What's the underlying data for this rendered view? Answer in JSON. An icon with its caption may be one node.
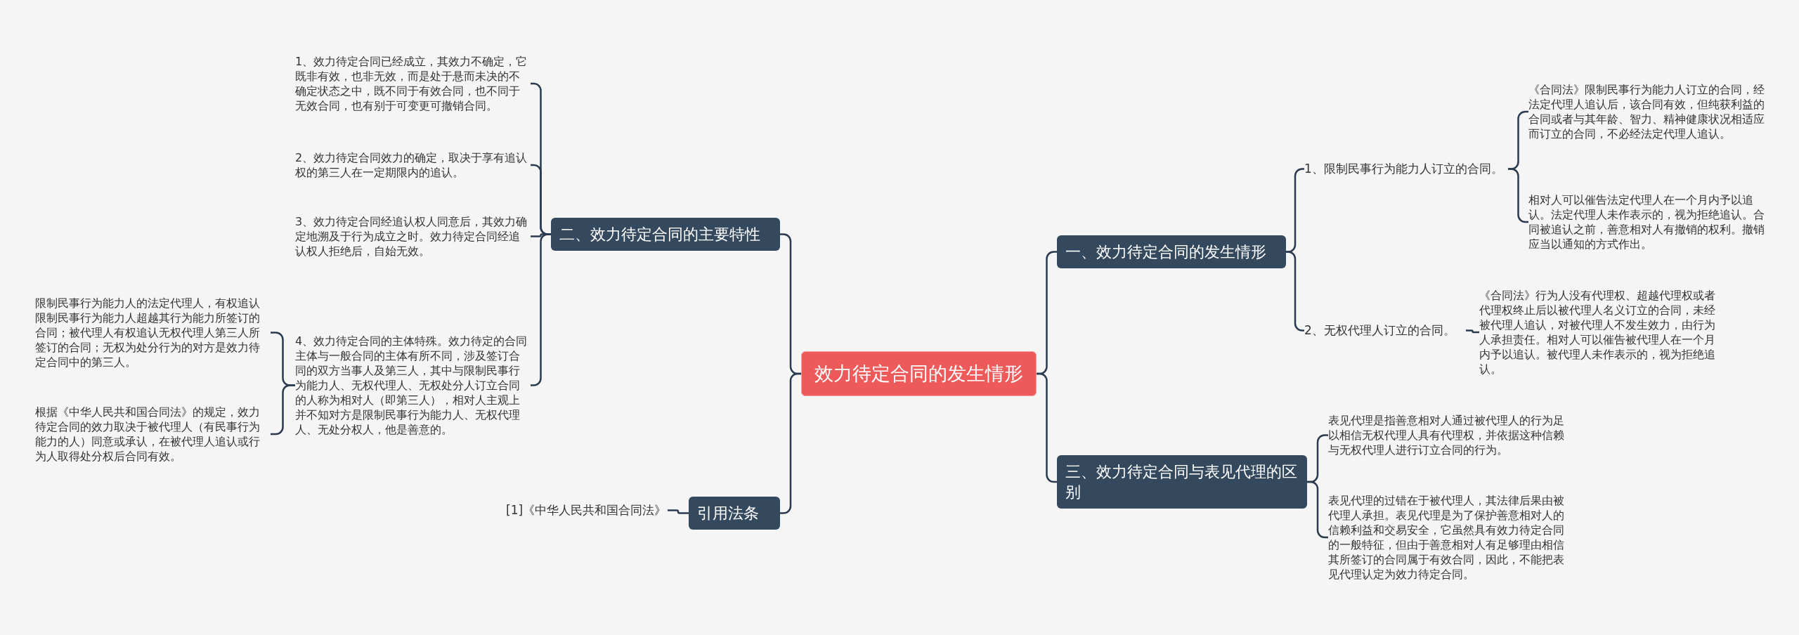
{
  "diagram": {
    "nodes": [
      {
        "text": [
          "效力待定合同的发生情形"
        ]
      },
      {
        "text": [
          "一、效力待定合同的发生情形"
        ]
      },
      {
        "text": [
          "1、限制民事行为能力人订立的合同。"
        ]
      },
      {
        "text": [
          "《合同法》限制民事行为能力人订立的合同，经法定代理人追认后，该合同有效，但纯获利益的合同或者与其年龄、智力、精神健康状况相适应而订立的合同，不必经法定代理人追认。"
        ]
      },
      {
        "text": [
          "相对人可以催告法定代理人在一个月内予以追认。法定代理人未作表示的，视为拒绝追认。合同被追认之前，善意相对人有撤销的权利。撤销应当以通知的方式作出。"
        ]
      },
      {
        "text": [
          "2、无权代理人订立的合同。"
        ]
      },
      {
        "text": [
          "《合同法》行为人没有代理权、超越代理权或者代理权终止后以被代理人名义订立的合同，未经被代理人追认，对被代理人不发生效力，由行为人承担责任。相对人可以催告被代理人在一个月内予以追认。被代理人未作表示的，视为拒绝追认。"
        ]
      },
      {
        "text": [
          "三、效力待定合同与表见代理的区别"
        ]
      },
      {
        "text": [
          "表见代理是指善意相对人通过被代理人的行为足以相信无权代理人具有代理权，并依据这种信赖与无权代理人进行订立合同的行为。"
        ]
      },
      {
        "text": [
          "表见代理的过错在于被代理人，其法律后果由被代理人承担。表见代理是为了保护善意相对人的信赖利益和交易安全，它虽然具有效力待定合同的一般特征，但由于善意相对人有足够理由相信其所签订的合同属于有效合同，因此，不能把表见代理认定为效力待定合同。"
        ]
      },
      {
        "text": [
          "二、效力待定合同的主要特性"
        ]
      },
      {
        "text": [
          "1、效力待定合同已经成立，其效力不确定，它既非有效，也非无效，而是处于悬而未决的不确定状态之中，既不同于有效合同，也不同于无效合同，也有别于可变更可撤销合同。"
        ]
      },
      {
        "text": [
          "2、效力待定合同效力的确定，取决于享有追认权的第三人在一定期限内的追认。"
        ]
      },
      {
        "text": [
          "3、效力待定合同经追认权人同意后，其效力确定地溯及于行为成立之时。效力待定合同经追认权人拒绝后，自始无效。"
        ]
      },
      {
        "text": [
          "4、效力待定合同的主体特殊。效力待定的合同主体与一般合同的主体有所不同，涉及签订合同的双方当事人及第三人，其中与限制民事行为能力人、无权代理人、无权处分人订立合同的人称为相对人（即第三人），相对人主观上并不知对方是限制民事行为能力人、无权代理人、无处分权人，他是善意的。"
        ]
      },
      {
        "text": [
          "限制民事行为能力人的法定代理人，有权追认限制民事行为能力人超越其行为能力所签订的合同；被代理人有权追认无权代理人第三人所签订的合同；无权为处分行为的对方是效力待定合同中的第三人。"
        ]
      },
      {
        "text": [
          "根据《中华人民共和国合同法》的规定，效力待定合同的效力取决于被代理人（有民事行为能力的人）同意或承认，在被代理人追认或行为人取得处分权后合同有效。"
        ]
      },
      {
        "text": [
          "引用法条"
        ]
      },
      {
        "text": [
          "[1]《中华人民共和国合同法》"
        ]
      }
    ],
    "edges": [
      {
        "from": 0,
        "to": 1,
        "arrow": "none"
      },
      {
        "from": 1,
        "to": 2,
        "arrow": "none"
      },
      {
        "from": 2,
        "to": 3,
        "arrow": "none"
      },
      {
        "from": 2,
        "to": 4,
        "arrow": "none"
      },
      {
        "from": 1,
        "to": 5,
        "arrow": "none"
      },
      {
        "from": 5,
        "to": 6,
        "arrow": "none"
      },
      {
        "from": 0,
        "to": 7,
        "arrow": "none"
      },
      {
        "from": 7,
        "to": 8,
        "arrow": "none"
      },
      {
        "from": 7,
        "to": 9,
        "arrow": "none"
      },
      {
        "from": 0,
        "to": 10,
        "arrow": "none"
      },
      {
        "from": 10,
        "to": 11,
        "arrow": "none"
      },
      {
        "from": 10,
        "to": 12,
        "arrow": "none"
      },
      {
        "from": 10,
        "to": 13,
        "arrow": "none"
      },
      {
        "from": 10,
        "to": 14,
        "arrow": "none"
      },
      {
        "from": 14,
        "to": 15,
        "arrow": "none"
      },
      {
        "from": 14,
        "to": 16,
        "arrow": "none"
      },
      {
        "from": 0,
        "to": 17,
        "arrow": "none"
      },
      {
        "from": 17,
        "to": 18,
        "arrow": "none"
      }
    ]
  }
}
